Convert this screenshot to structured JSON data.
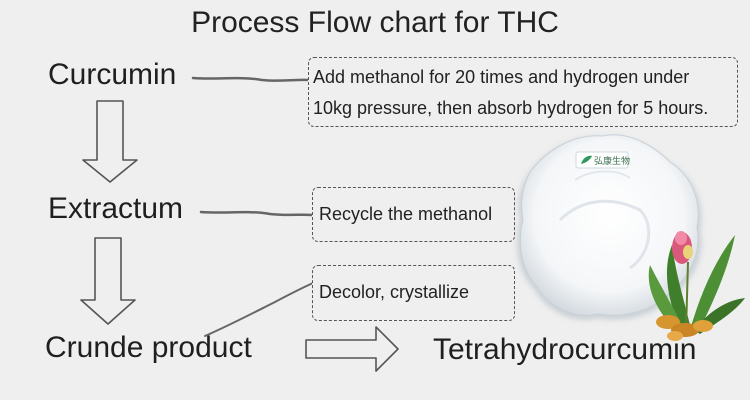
{
  "title": "Process Flow chart for THC",
  "steps": {
    "curcumin": "Curcumin",
    "extractum": "Extractum",
    "crude": "Crunde product",
    "final": "Tetrahydrocurcumin"
  },
  "notes": {
    "hydrogenation_line1": "Add methanol for 20 times and hydrogen under",
    "hydrogenation_line2": "10kg pressure, then absorb hydrogen for 5 hours.",
    "recycle": "Recycle the methanol",
    "decolor": "Decolor, crystallize"
  },
  "product_label": "弘康生物",
  "colors": {
    "background": "#efefef",
    "text": "#1f1f1f",
    "arrow_stroke": "#555555",
    "powder": "#ffffff"
  }
}
